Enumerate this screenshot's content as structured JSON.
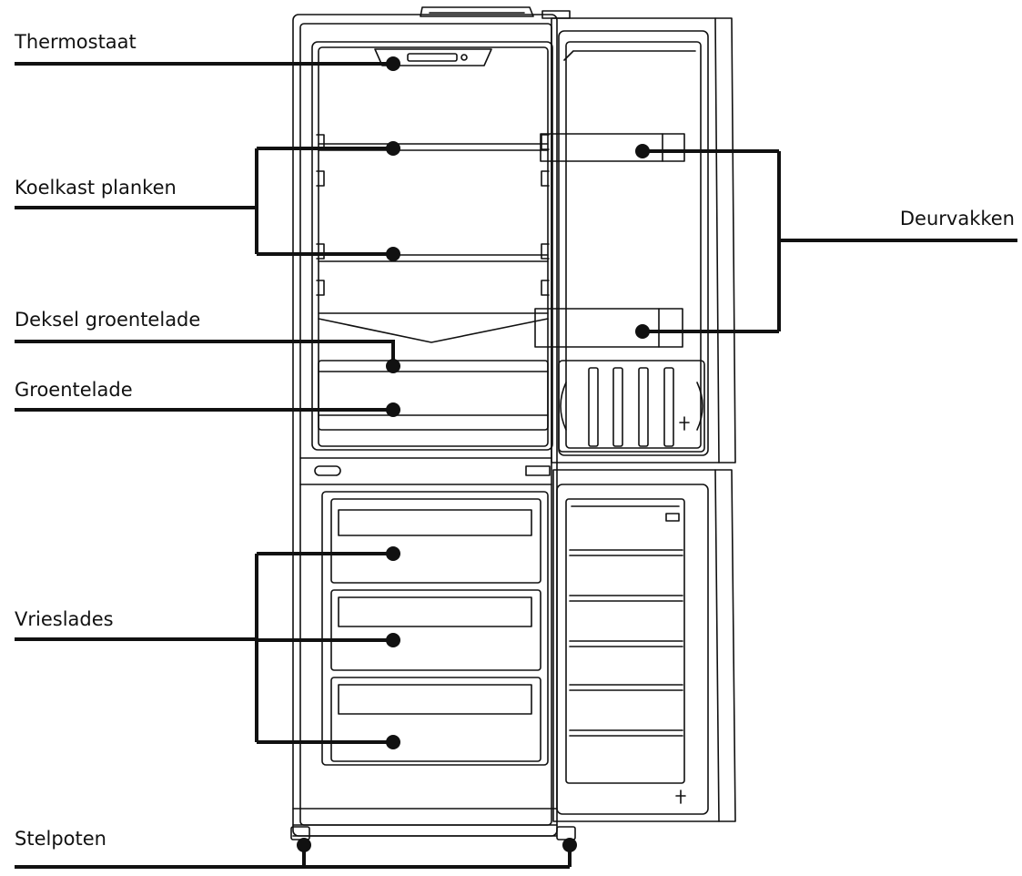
{
  "labels": {
    "thermostaat": "Thermostaat",
    "koelkast_planken": "Koelkast planken",
    "deksel_groentelade": "Deksel groentelade",
    "groentelade": "Groentelade",
    "vrieslades": "Vrieslades",
    "stelpoten": "Stelpoten",
    "deurvakken": "Deurvakken"
  },
  "colors": {
    "ink": "#111111",
    "background": "#ffffff"
  }
}
